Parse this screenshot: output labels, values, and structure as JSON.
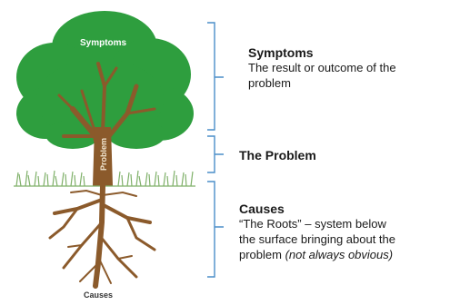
{
  "tree": {
    "canopy_label": "Symptoms",
    "trunk_label": "Problem",
    "roots_label": "Causes"
  },
  "legend": {
    "symptoms": {
      "heading": "Symptoms",
      "desc_line1": "The result or outcome of the",
      "desc_line2": "problem"
    },
    "problem": {
      "heading": "The Problem"
    },
    "causes": {
      "heading": "Causes",
      "desc_line1": "“The Roots” – system below",
      "desc_line2": "the surface bringing about the",
      "desc_line3_plain": "problem ",
      "desc_line3_italic": "(not always obvious)"
    }
  },
  "colors": {
    "canopy": "#2e9e3e",
    "canopy_dark": "#268a34",
    "wood": "#8b5a2b",
    "grass": "#7fb069",
    "bracket": "#4a8ec9"
  }
}
